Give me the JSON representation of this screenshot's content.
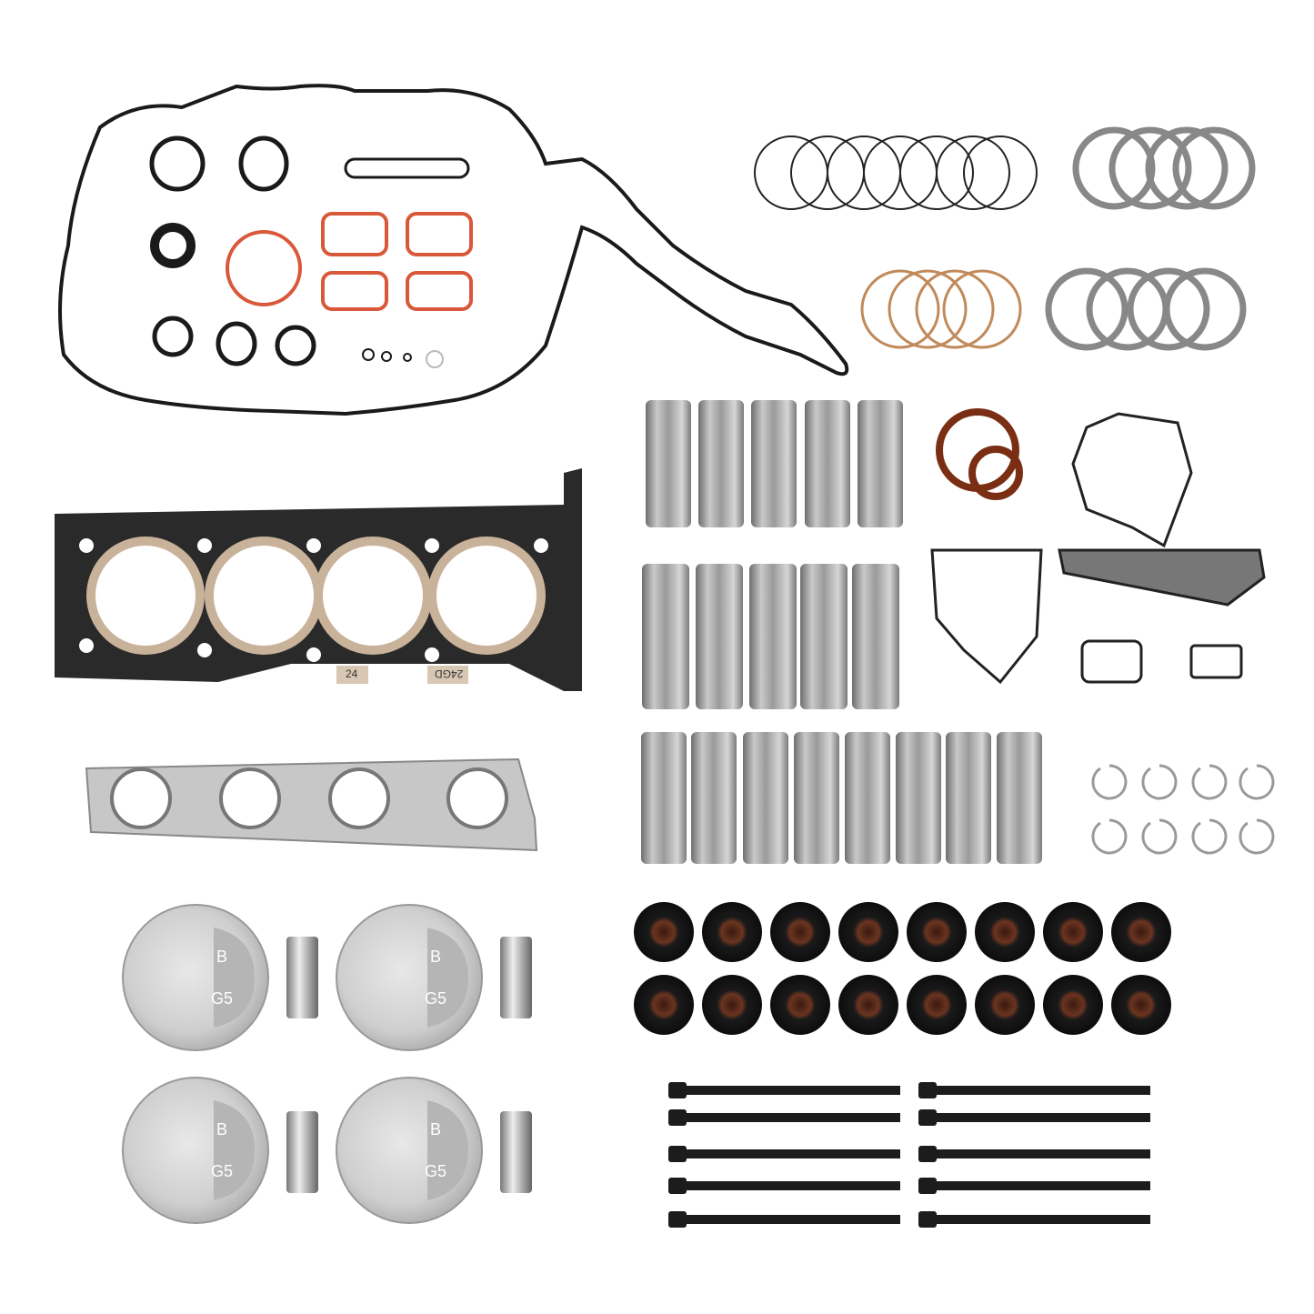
{
  "image": {
    "subject": "Engine rebuild kit components",
    "background": "#ffffff"
  },
  "parts": {
    "valve_cover_gasket": {
      "count": 1,
      "color": "#1a1a1a"
    },
    "intake_gaskets": {
      "count": 4,
      "color": "#d9583a"
    },
    "piston_rings_sets": {
      "count": 4
    },
    "head_gasket": {
      "labels": [
        "24",
        "24GD"
      ]
    },
    "exhaust_manifold_gasket": {
      "count": 1
    },
    "bearings_row1": {
      "count": 5
    },
    "bearings_row2": {
      "count": 5
    },
    "bearings_row3": {
      "count": 8
    },
    "seals": {
      "count": 2,
      "color": "#7a2e14"
    },
    "water_pump_gasket": {
      "count": 1
    },
    "misc_gaskets": {
      "count": 4
    },
    "circlips": {
      "count": 8
    },
    "valve_stem_seals": {
      "count": 16
    },
    "pistons": {
      "count": 4,
      "marking_top": "B",
      "marking_bottom": "G5"
    },
    "wrist_pins": {
      "count": 4
    },
    "head_bolts": {
      "count": 10
    }
  }
}
